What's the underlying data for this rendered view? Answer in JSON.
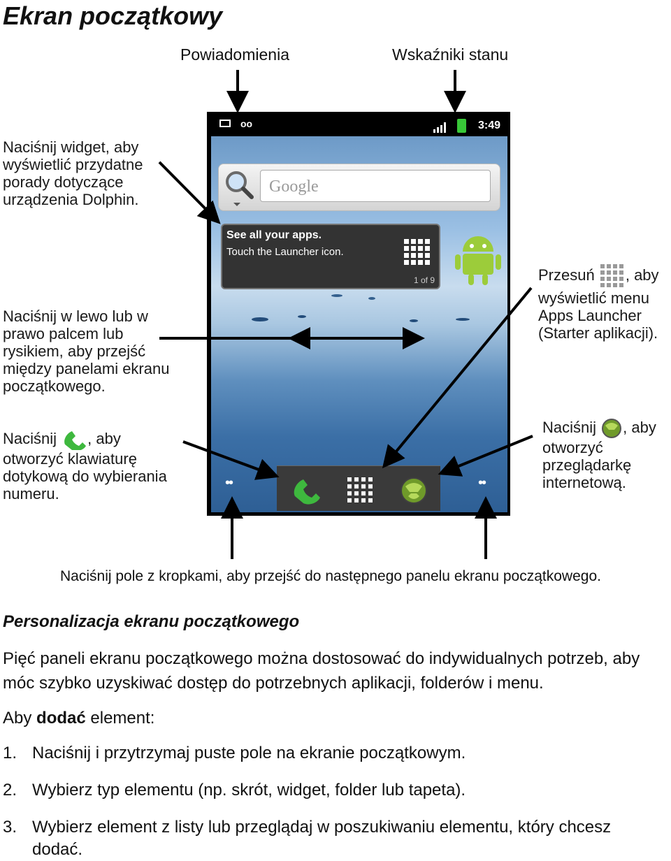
{
  "heading": "Ekran początkowy",
  "labels": {
    "notifications": "Powiadomienia",
    "status_indicators": "Wskaźniki stanu"
  },
  "phone": {
    "status_time": "3:49",
    "search_placeholder": "Google",
    "tip_line1": "See all your apps.",
    "tip_line2": "Touch the Launcher icon.",
    "tip_page": "1 of 9"
  },
  "callouts": {
    "widget": "Naciśnij widget, aby wyświetlić przydatne porady dotyczące urządzenia Dolphin.",
    "swipe": "Naciśnij w lewo lub w prawo palcem lub rysikiem, aby przejść między panelami ekranu początkowego.",
    "phone_pre": "Naciśnij",
    "phone_post": ", aby",
    "phone_rest": "otworzyć klawiaturę dotykową do wybierania numeru.",
    "launcher_pre": "Przesuń",
    "launcher_post": ", aby",
    "launcher_rest": "wyświetlić menu Apps Launcher (Starter aplikacji).",
    "browser_pre": "Naciśnij",
    "browser_post": ", aby",
    "browser_rest": "otworzyć przeglądarkę internetową.",
    "dots": "Naciśnij pole z kropkami, aby przejść do następnego panelu ekranu początkowego."
  },
  "section": {
    "heading": "Personalizacja ekranu początkowego",
    "paragraph": "Pięć paneli ekranu początkowego można dostosować do indywidualnych potrzeb, aby móc szybko uzyskiwać dostęp do potrzebnych aplikacji, folderów i menu.",
    "add_pre": "Aby ",
    "add_bold": "dodać",
    "add_post": " element:",
    "steps": [
      {
        "num": "1.",
        "text": "Naciśnij i przytrzymaj puste pole na ekranie początkowym."
      },
      {
        "num": "2.",
        "text": "Wybierz typ elementu (np. skrót, widget, folder lub tapeta)."
      },
      {
        "num": "3.",
        "text": "Wybierz element z listy lub przeglądaj w poszukiwaniu elementu, który chcesz dodać."
      }
    ]
  }
}
